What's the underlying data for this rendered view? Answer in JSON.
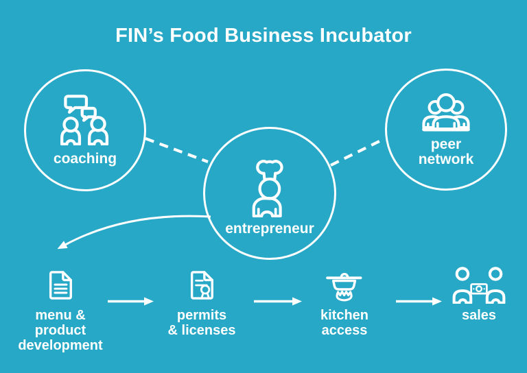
{
  "colors": {
    "background": "#28A8C7",
    "foreground": "#FFFFFF"
  },
  "title": "FIN’s Food Business Incubator",
  "circles": [
    {
      "id": "coaching",
      "label": "coaching",
      "icon": "coaching-conversation-icon"
    },
    {
      "id": "entrepreneur",
      "label": "entrepreneur",
      "icon": "chef-entrepreneur-icon"
    },
    {
      "id": "peer-network",
      "label": "peer network",
      "lines": [
        "peer",
        "network"
      ],
      "icon": "people-group-icon"
    }
  ],
  "steps": [
    {
      "id": "menu-product-development",
      "label": "menu & product development",
      "lines": [
        "menu &",
        "product",
        "development"
      ],
      "icon": "document-lines-icon"
    },
    {
      "id": "permits-licenses",
      "label": "permits & licenses",
      "lines": [
        "permits",
        "& licenses"
      ],
      "icon": "certificate-icon"
    },
    {
      "id": "kitchen-access",
      "label": "kitchen access",
      "lines": [
        "kitchen",
        "access"
      ],
      "icon": "cooking-pan-icon"
    },
    {
      "id": "sales",
      "label": "sales",
      "lines": [
        "sales"
      ],
      "icon": "sales-transaction-icon"
    }
  ],
  "connections": [
    {
      "from": "coaching",
      "to": "entrepreneur",
      "style": "dashed-line"
    },
    {
      "from": "peer-network",
      "to": "entrepreneur",
      "style": "dashed-line"
    },
    {
      "from": "entrepreneur",
      "to": "menu-product-development",
      "style": "curved-arrow"
    },
    {
      "from": "menu-product-development",
      "to": "permits-licenses",
      "style": "arrow"
    },
    {
      "from": "permits-licenses",
      "to": "kitchen-access",
      "style": "arrow"
    },
    {
      "from": "kitchen-access",
      "to": "sales",
      "style": "arrow"
    }
  ]
}
